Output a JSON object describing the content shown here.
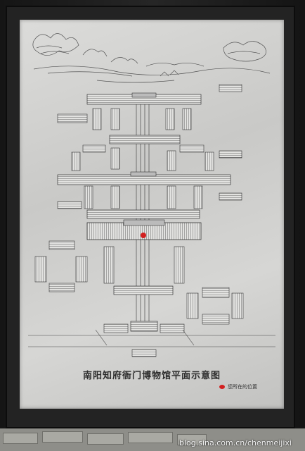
{
  "plaque": {
    "title": "南阳知府衙门博物馆平面示意图",
    "legend_text": "您所在的位置",
    "marker_color": "#d21f1f"
  },
  "watermark": "blog.sina.com.cn/chenmeijixi"
}
